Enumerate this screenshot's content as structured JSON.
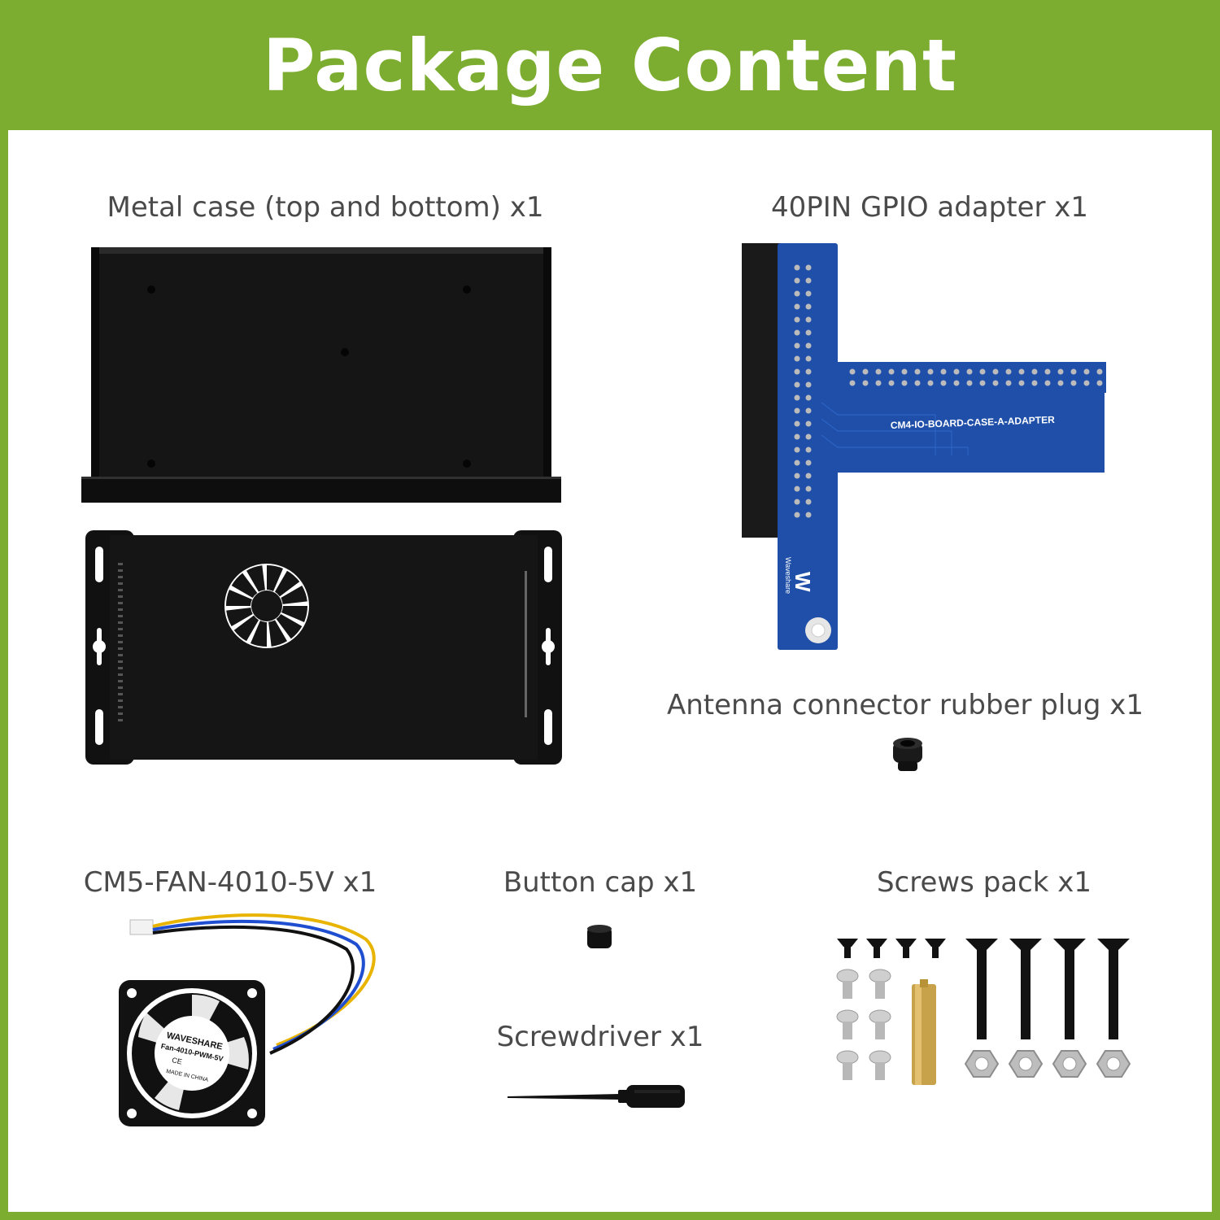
{
  "header": {
    "title": "Package Content"
  },
  "items": {
    "metal_case": "Metal case (top and bottom) x1",
    "gpio_adapter": "40PIN GPIO adapter x1",
    "antenna_plug": "Antenna connector rubber plug x1",
    "fan": "CM5-FAN-4010-5V x1",
    "button_cap": "Button cap x1",
    "screwdriver": "Screwdriver x1",
    "screws_pack": "Screws pack x1"
  },
  "board": {
    "silkscreen": "CM4-IO-BOARD-CASE-A-ADAPTER",
    "brand": "Waveshare"
  },
  "fan_label": {
    "brand": "WAVESHARE",
    "model": "Fan-4010-PWM-5V",
    "cert": "CE",
    "origin": "MADE IN CHINA"
  },
  "colors": {
    "brand_green": "#7cad30",
    "pcb_blue": "#1f4fa8",
    "case_black": "#111111"
  }
}
